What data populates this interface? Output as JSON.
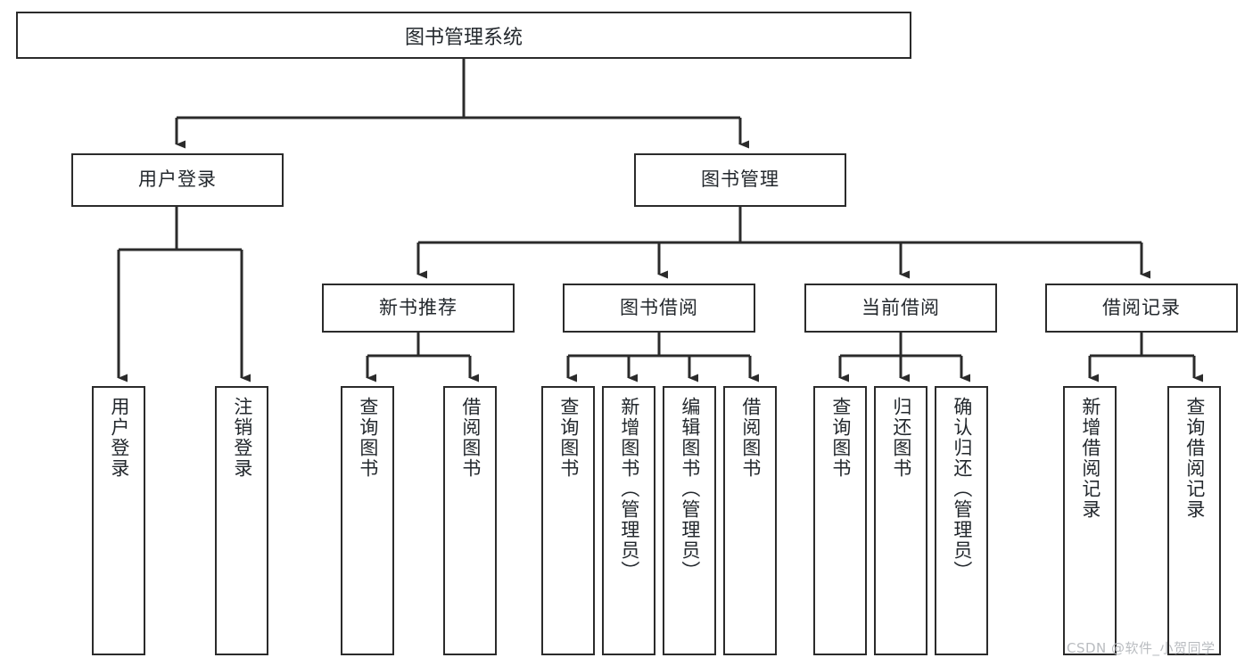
{
  "diagram": {
    "title_node": {
      "label": "图书管理系统"
    },
    "level2": [
      {
        "label": "用户登录"
      },
      {
        "label": "图书管理"
      }
    ],
    "level3": [
      {
        "label": "新书推荐"
      },
      {
        "label": "图书借阅"
      },
      {
        "label": "当前借阅"
      },
      {
        "label": "借阅记录"
      }
    ],
    "leaves": {
      "user_login": [
        {
          "label": "用户登录"
        },
        {
          "label": "注销登录"
        }
      ],
      "new_book": [
        {
          "label": "查询图书"
        },
        {
          "label": "借阅图书"
        }
      ],
      "book_borrow": [
        {
          "label": "查询图书"
        },
        {
          "label": "新增图书（管理员）"
        },
        {
          "label": "编辑图书（管理员）"
        },
        {
          "label": "借阅图书"
        }
      ],
      "current_borrow": [
        {
          "label": "查询图书"
        },
        {
          "label": "归还图书"
        },
        {
          "label": "确认归还（管理员）"
        }
      ],
      "borrow_record": [
        {
          "label": "新增借阅记录"
        },
        {
          "label": "查询借阅记录"
        }
      ]
    },
    "watermark": "CSDN @软件_小贺同学",
    "colors": {
      "stroke": "#2b2b2b",
      "text": "#23282d",
      "background": "#ffffff",
      "watermark": "#b9bcc0"
    }
  }
}
